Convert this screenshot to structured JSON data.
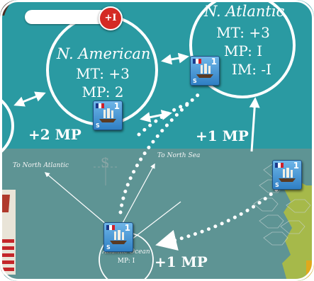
{
  "turn_track": {
    "marker": "+I"
  },
  "zones": {
    "n_american": {
      "name": "N. American",
      "mt": "MT: +3",
      "mp": "MP: 2"
    },
    "n_atlantic": {
      "name": "N. Atlantic",
      "mt": "MT: +3",
      "mp": "MP: I",
      "im": "IM: -I"
    },
    "atlantic_ocean": {
      "name": "Atlantic Ocean",
      "mp": "MP: I"
    }
  },
  "move_costs": {
    "left": "+2 MP",
    "right": "+1 MP",
    "bottom": "+1 MP"
  },
  "map_labels": {
    "to_north_atlantic": "To North Atlantic",
    "to_north_sea": "To North Sea",
    "compass": "S"
  },
  "tokens": [
    {
      "id": "token-n-american",
      "value": "1",
      "type": "S",
      "nation": "France",
      "kind": "ship"
    },
    {
      "id": "token-n-atlantic",
      "value": "1",
      "type": "S",
      "nation": "France",
      "kind": "ship"
    },
    {
      "id": "token-atlantic-ocean",
      "value": "1",
      "type": "S",
      "nation": "France",
      "kind": "ship"
    },
    {
      "id": "token-map-right",
      "value": "1",
      "type": "S",
      "nation": "France",
      "kind": "ship"
    }
  ],
  "colors": {
    "sea_panel": "#2a9aa2",
    "map_sea": "#5e9494",
    "marker": "#d42a24",
    "token": "#2f7fc4"
  }
}
